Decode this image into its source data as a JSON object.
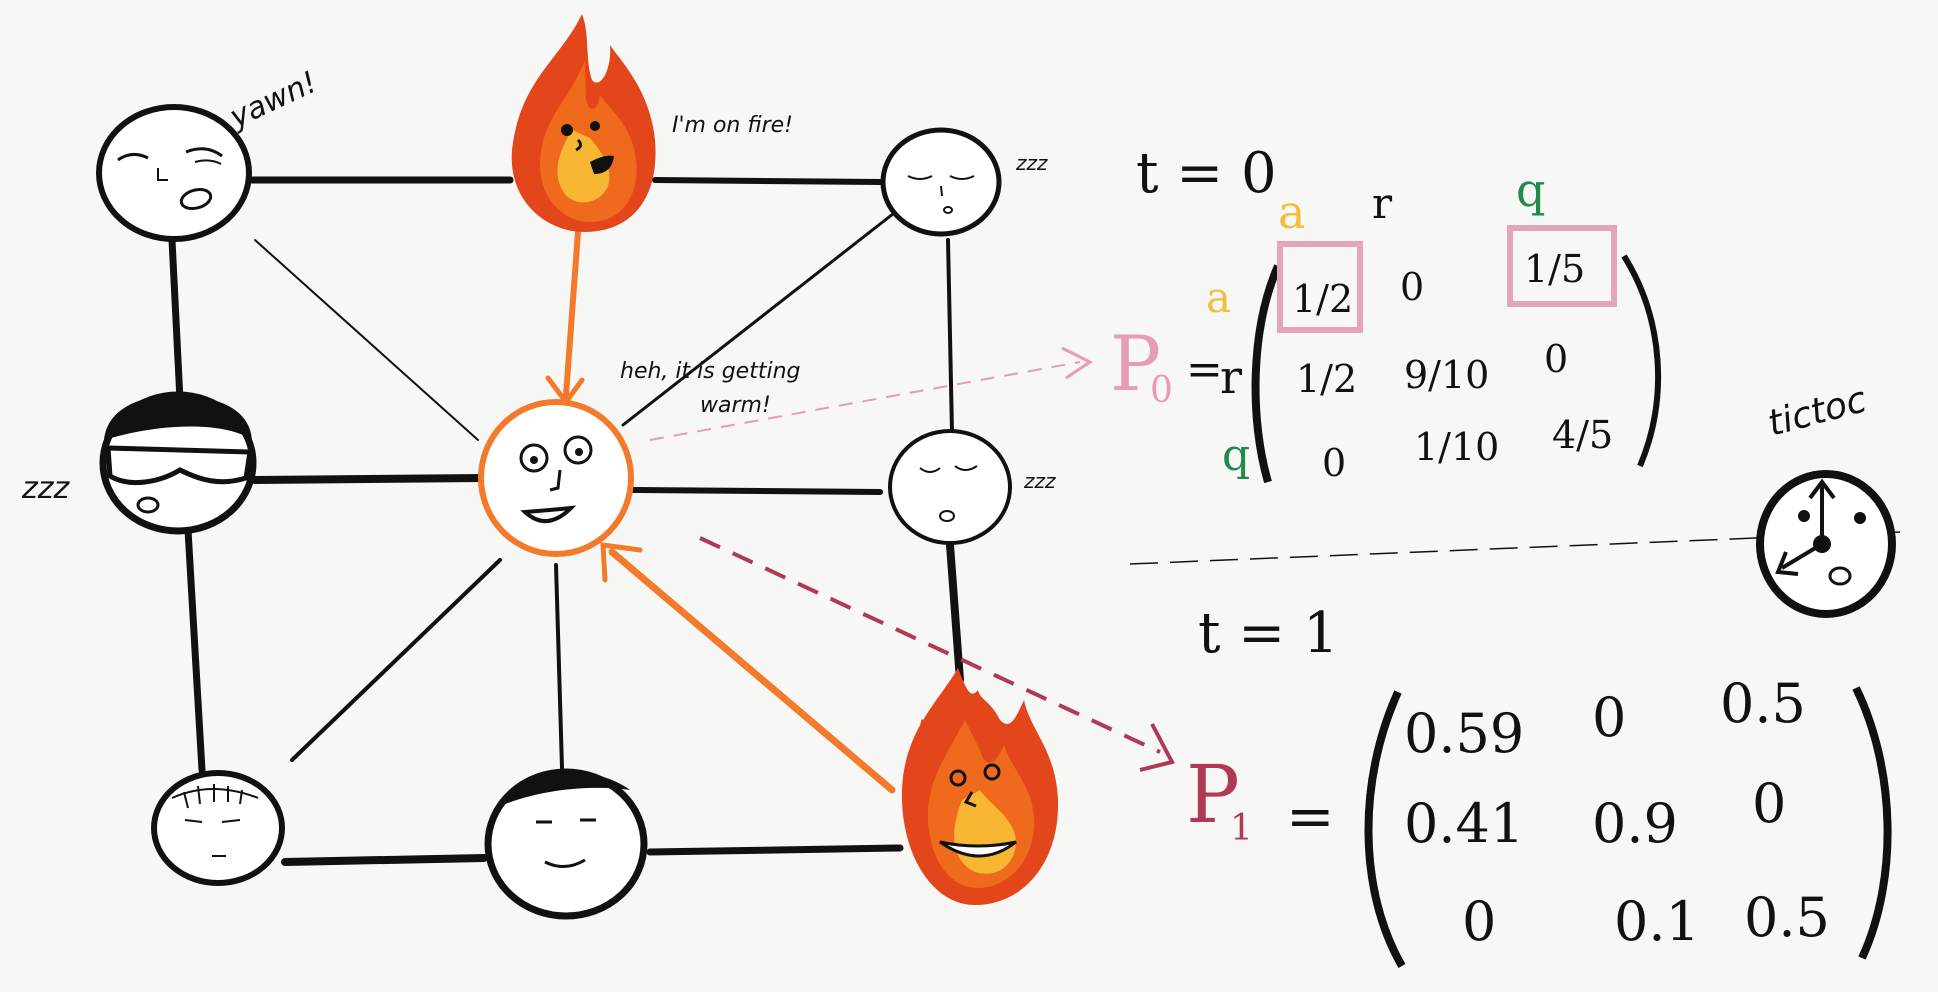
{
  "annotations": {
    "yawn": "yawn!",
    "on_fire": "I'm on fire!",
    "zzz_top": "zzz",
    "zzz_mid": "zzz",
    "zzz_left": "zzz",
    "warm_line1": "heh, it is getting",
    "warm_line2": "warm!",
    "tictoc": "tictoc"
  },
  "time0": {
    "label": "t = 0",
    "matrix_name": "P",
    "matrix_subscript": "0",
    "eq": "=",
    "col_labels": [
      "a",
      "r",
      "q"
    ],
    "row_labels": [
      "a",
      "r",
      "q"
    ],
    "rows": [
      [
        "1/2",
        "0",
        "1/5"
      ],
      [
        "1/2",
        "9/10",
        "0"
      ],
      [
        "0",
        "1/10",
        "4/5"
      ]
    ],
    "highlighted_cells": [
      "1/2",
      "1/5"
    ]
  },
  "time1": {
    "label": "t = 1",
    "matrix_name": "P",
    "matrix_subscript": "1",
    "eq": "=",
    "rows": [
      [
        "0.59",
        "0",
        "0.5"
      ],
      [
        "0.41",
        "0.9",
        "0"
      ],
      [
        "0",
        "0.1",
        "0.5"
      ]
    ]
  },
  "colors": {
    "ink": "#111111",
    "fire_orange": "#f06a1e",
    "fire_red": "#e4461b",
    "fire_yellow": "#f7b733",
    "highlight_pink": "#e6a4b9",
    "label_yellow": "#f2be3c",
    "label_green": "#1f8a4c",
    "p0_pink": "#e79bb5",
    "p1_maroon": "#b03a55",
    "arrow_orange": "#f37a2a"
  },
  "icons": [
    "fire-icon",
    "clock-icon",
    "face-icon"
  ]
}
